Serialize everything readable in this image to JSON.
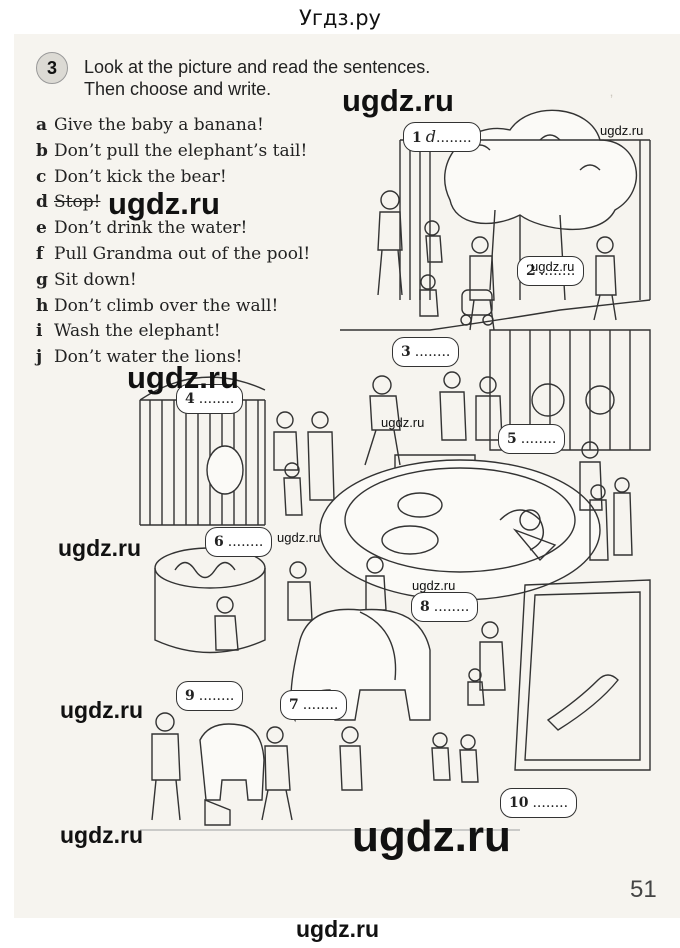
{
  "site_title": "Угдз.ру",
  "exercise": {
    "number": "3",
    "instruction_line1": "Look at the picture and read the sentences.",
    "instruction_line2": "Then choose and write."
  },
  "sentences": [
    {
      "letter": "a",
      "text": "Give the baby a banana!"
    },
    {
      "letter": "b",
      "text": "Don’t pull the elephant’s tail!"
    },
    {
      "letter": "c",
      "text": "Don’t kick the bear!"
    },
    {
      "letter": "d",
      "text": "Stop!"
    },
    {
      "letter": "e",
      "text": "Don’t drink the water!"
    },
    {
      "letter": "f",
      "text": "Pull Grandma out of the pool!"
    },
    {
      "letter": "g",
      "text": "Sit down!"
    },
    {
      "letter": "h",
      "text": "Don’t climb over the wall!"
    },
    {
      "letter": "i",
      "text": "Wash the elephant!"
    },
    {
      "letter": "j",
      "text": "Don’t water the lions!"
    }
  ],
  "bubbles": [
    {
      "num": "1",
      "answer": "d",
      "dots": "........"
    },
    {
      "num": "2",
      "answer": "",
      "dots": "........"
    },
    {
      "num": "3",
      "answer": "",
      "dots": "........"
    },
    {
      "num": "4",
      "answer": "",
      "dots": "........"
    },
    {
      "num": "5",
      "answer": "",
      "dots": "........"
    },
    {
      "num": "6",
      "answer": "",
      "dots": "........"
    },
    {
      "num": "7",
      "answer": "",
      "dots": "........"
    },
    {
      "num": "8",
      "answer": "",
      "dots": "........"
    },
    {
      "num": "9",
      "answer": "",
      "dots": "........"
    },
    {
      "num": "10",
      "answer": "",
      "dots": "........"
    }
  ],
  "watermark": "ugdz.ru",
  "page_number": "51"
}
